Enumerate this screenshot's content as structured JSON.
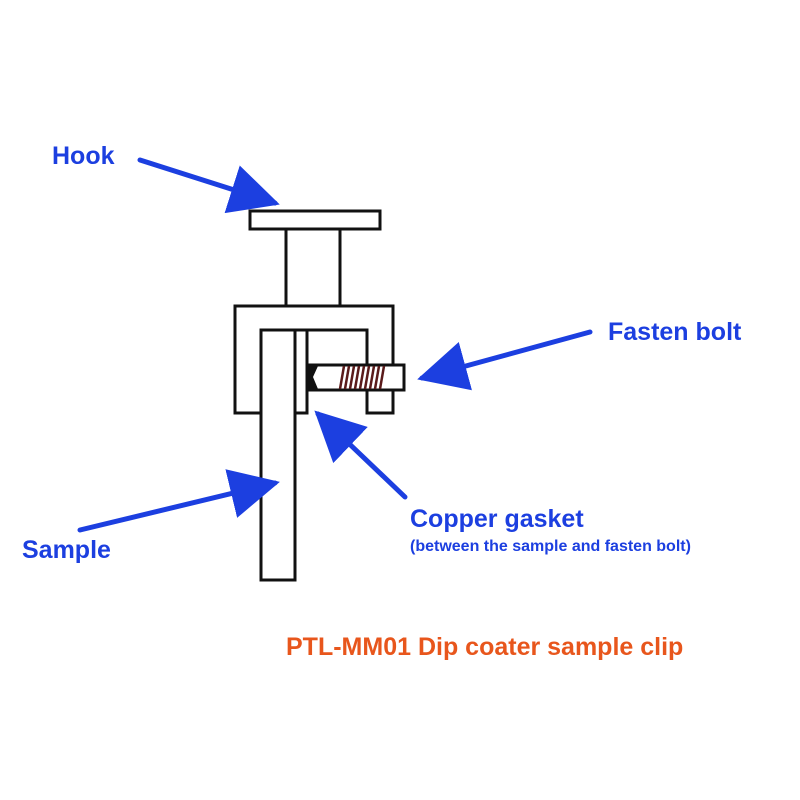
{
  "labels": {
    "hook": "Hook",
    "fasten_bolt": "Fasten bolt",
    "copper_gasket": "Copper gasket",
    "copper_gasket_note": "(between the sample and fasten bolt)",
    "sample": "Sample"
  },
  "title": "PTL-MM01 Dip coater sample clip",
  "colors": {
    "label": "#1c3fe0",
    "title": "#e8561c",
    "outline": "#111111",
    "thread": "#5a1a1a"
  }
}
